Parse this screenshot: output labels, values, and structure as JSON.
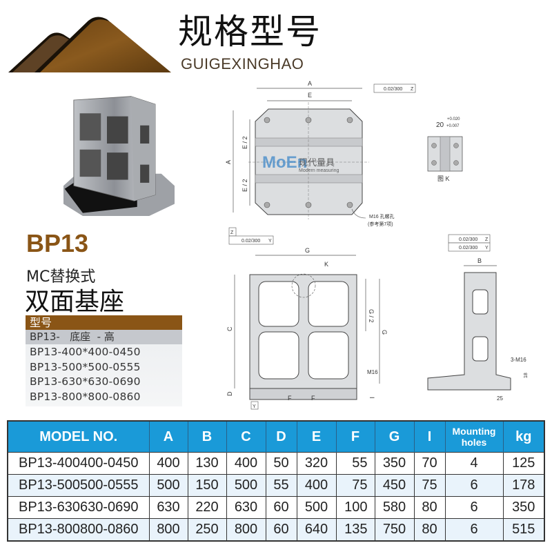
{
  "header": {
    "title_cn": "规格型号",
    "title_en": "GUIGEXINGHAO"
  },
  "product": {
    "model": "BP13",
    "subtitle_line1": "MC替换式",
    "subtitle_line2": "双面基座"
  },
  "model_list": {
    "heading": "型号",
    "format": "BP13-   底座  - 高",
    "items": [
      "BP13-400*400-0450",
      "BP13-500*500-0555",
      "BP13-630*630-0690",
      "BP13-800*800-0860"
    ]
  },
  "drawings": {
    "top_view": {
      "dim_a": "A",
      "dim_e": "E",
      "dim_a_vert": "A",
      "dim_e_half_1": "E / 2",
      "dim_e_half_2": "E / 2",
      "tol_perp": "0.02/300",
      "datum_z": "Z",
      "tol_perp_y": "0.02/300",
      "datum_y": "Y",
      "datum_z_label": "Z",
      "hole_note_1": "M16 孔螺孔",
      "hole_note_2": "(参考第7项)"
    },
    "detail_k": {
      "dim": "20",
      "tol_upper": "+0.020",
      "tol_lower": "+0.007",
      "caption": "图 K"
    },
    "front_view": {
      "dim_g": "G",
      "dim_c": "C",
      "dim_d": "D",
      "dim_g_half": "G / 2",
      "dim_g_vert": "G",
      "dim_i": "I",
      "dim_f1": "F",
      "dim_f2": "F",
      "k_label": "K",
      "m16": "M16",
      "datum_y": "Y"
    },
    "side_view": {
      "tol_parallel": "0.02/300",
      "datum_z": "Z",
      "tol_perp": "0.02/300",
      "datum_y": "Y",
      "dim_b": "B",
      "holes": "3-M16",
      "dim_18": "18",
      "dim_25": "25"
    },
    "watermark": {
      "brand": "MoEn",
      "cn": "现代量具",
      "en": "Modern measuring"
    }
  },
  "spec_table": {
    "headers": [
      "MODEL NO.",
      "A",
      "B",
      "C",
      "D",
      "E",
      "F",
      "G",
      "I",
      "Mounting holes",
      "kg"
    ],
    "rows": [
      [
        "BP13-400400-0450",
        "400",
        "130",
        "400",
        "50",
        "320",
        "55",
        "350",
        "70",
        "4",
        "125"
      ],
      [
        "BP13-500500-0555",
        "500",
        "150",
        "500",
        "55",
        "400",
        "75",
        "450",
        "75",
        "6",
        "178"
      ],
      [
        "BP13-630630-0690",
        "630",
        "220",
        "630",
        "60",
        "500",
        "100",
        "580",
        "80",
        "6",
        "350"
      ],
      [
        "BP13-800800-0860",
        "800",
        "250",
        "800",
        "60",
        "640",
        "135",
        "750",
        "80",
        "6",
        "515"
      ]
    ]
  },
  "colors": {
    "brand_brown": "#8a5516",
    "table_header_blue": "#1a9ad8",
    "row_alt": "#e9f3fb"
  }
}
